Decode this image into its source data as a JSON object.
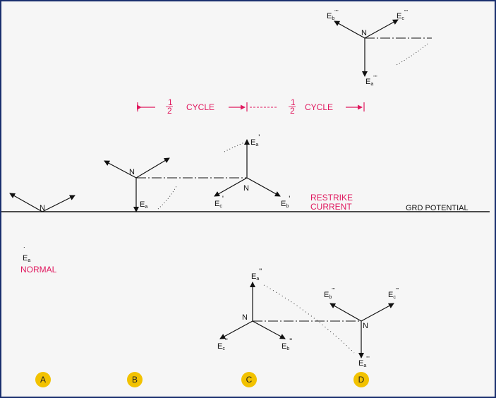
{
  "labels": {
    "neutral": "N",
    "ground": "GRD POTENTIAL",
    "restrike_line1": "RESTRIKE",
    "restrike_line2": "CURRENT",
    "normal": "NORMAL",
    "half": "1",
    "half_den": "2",
    "cycle": "CYCLE"
  },
  "phasors": {
    "normal_a": {
      "main": "E",
      "sub": "a",
      "mark": "˙"
    },
    "b_a": {
      "main": "E",
      "sub": "a",
      "mark": ""
    },
    "c1_a": {
      "main": "E",
      "sub": "a",
      "mark": "'"
    },
    "c1_b": {
      "main": "E",
      "sub": "b",
      "mark": "'"
    },
    "c1_c": {
      "main": "E",
      "sub": "c",
      "mark": "'"
    },
    "c2_a": {
      "main": "E",
      "sub": "a",
      "mark": "\""
    },
    "c2_b": {
      "main": "E",
      "sub": "b",
      "mark": "\""
    },
    "c2_c": {
      "main": "E",
      "sub": "c",
      "mark": "\""
    },
    "d3_a": {
      "main": "E",
      "sub": "a",
      "mark": "'''"
    },
    "d3_b": {
      "main": "E",
      "sub": "b",
      "mark": "'''"
    },
    "d3_c": {
      "main": "E",
      "sub": "c",
      "mark": "'''"
    },
    "d4_a": {
      "main": "E",
      "sub": "a",
      "mark": "''''"
    },
    "d4_b": {
      "main": "E",
      "sub": "b",
      "mark": "''''"
    },
    "d4_c": {
      "main": "E",
      "sub": "c",
      "mark": "''''"
    }
  },
  "stages": [
    "A",
    "B",
    "C",
    "D"
  ],
  "colors": {
    "annotation": "#e0185e",
    "badge": "#f2c200",
    "border": "#1a2f6e",
    "ink": "#111111"
  }
}
